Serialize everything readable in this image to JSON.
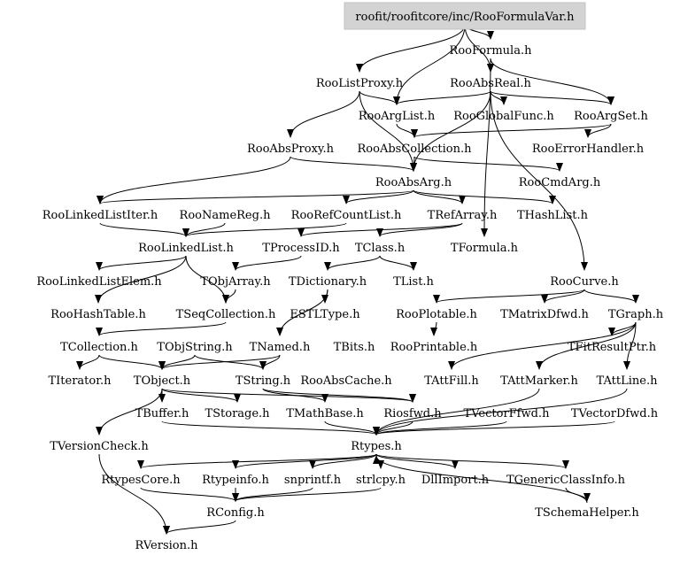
{
  "diagram": {
    "type": "include-dependency-graph",
    "root": "roofit/roofitcore/inc/RooFormulaVar.h",
    "nodes": [
      "roofit/roofitcore/inc/RooFormulaVar.h",
      "RooFormula.h",
      "RooListProxy.h",
      "RooAbsReal.h",
      "RooArgList.h",
      "RooGlobalFunc.h",
      "RooArgSet.h",
      "RooAbsProxy.h",
      "RooAbsCollection.h",
      "RooErrorHandler.h",
      "RooAbsArg.h",
      "RooCmdArg.h",
      "RooLinkedListIter.h",
      "RooNameReg.h",
      "RooRefCountList.h",
      "TRefArray.h",
      "THashList.h",
      "RooLinkedList.h",
      "TProcessID.h",
      "TClass.h",
      "TFormula.h",
      "RooLinkedListElem.h",
      "TObjArray.h",
      "TDictionary.h",
      "TList.h",
      "RooCurve.h",
      "RooHashTable.h",
      "TSeqCollection.h",
      "ESTLType.h",
      "RooPlotable.h",
      "TMatrixDfwd.h",
      "TGraph.h",
      "TCollection.h",
      "TObjString.h",
      "TNamed.h",
      "TBits.h",
      "RooPrintable.h",
      "TFitResultPtr.h",
      "TIterator.h",
      "TObject.h",
      "TString.h",
      "RooAbsCache.h",
      "TAttFill.h",
      "TAttMarker.h",
      "TAttLine.h",
      "TBuffer.h",
      "TStorage.h",
      "TMathBase.h",
      "Riosfwd.h",
      "TVectorFfwd.h",
      "TVectorDfwd.h",
      "TVersionCheck.h",
      "Rtypes.h",
      "RtypesCore.h",
      "Rtypeinfo.h",
      "snprintf.h",
      "strlcpy.h",
      "DllImport.h",
      "TGenericClassInfo.h",
      "RConfig.h",
      "TSchemaHelper.h",
      "RVersion.h"
    ],
    "edges": [
      [
        "roofit/roofitcore/inc/RooFormulaVar.h",
        "RooFormula.h"
      ],
      [
        "roofit/roofitcore/inc/RooFormulaVar.h",
        "RooListProxy.h"
      ],
      [
        "roofit/roofitcore/inc/RooFormulaVar.h",
        "RooAbsReal.h"
      ],
      [
        "roofit/roofitcore/inc/RooFormulaVar.h",
        "RooArgList.h"
      ],
      [
        "RooFormula.h",
        "RooAbsReal.h"
      ],
      [
        "RooFormula.h",
        "RooArgSet.h"
      ],
      [
        "RooFormula.h",
        "TFormula.h"
      ],
      [
        "RooListProxy.h",
        "RooAbsProxy.h"
      ],
      [
        "RooListProxy.h",
        "RooAbsArg.h"
      ],
      [
        "RooListProxy.h",
        "RooArgList.h"
      ],
      [
        "RooAbsReal.h",
        "RooArgList.h"
      ],
      [
        "RooAbsReal.h",
        "RooGlobalFunc.h"
      ],
      [
        "RooAbsReal.h",
        "RooArgSet.h"
      ],
      [
        "RooAbsReal.h",
        "RooCurve.h"
      ],
      [
        "RooAbsReal.h",
        "RooAbsArg.h"
      ],
      [
        "RooArgList.h",
        "RooAbsCollection.h"
      ],
      [
        "RooArgSet.h",
        "RooAbsCollection.h"
      ],
      [
        "RooArgSet.h",
        "RooErrorHandler.h"
      ],
      [
        "RooAbsProxy.h",
        "RooAbsArg.h"
      ],
      [
        "RooAbsProxy.h",
        "RooLinkedListIter.h"
      ],
      [
        "RooAbsCollection.h",
        "RooAbsArg.h"
      ],
      [
        "RooAbsCollection.h",
        "RooCmdArg.h"
      ],
      [
        "RooAbsArg.h",
        "RooRefCountList.h"
      ],
      [
        "RooAbsArg.h",
        "TRefArray.h"
      ],
      [
        "RooAbsArg.h",
        "THashList.h"
      ],
      [
        "RooAbsArg.h",
        "RooLinkedListIter.h"
      ],
      [
        "RooNameReg.h",
        "RooLinkedList.h"
      ],
      [
        "RooRefCountList.h",
        "RooLinkedList.h"
      ],
      [
        "RooLinkedListIter.h",
        "RooLinkedList.h"
      ],
      [
        "RooLinkedList.h",
        "RooLinkedListElem.h"
      ],
      [
        "RooLinkedList.h",
        "RooHashTable.h"
      ],
      [
        "RooLinkedList.h",
        "TSeqCollection.h"
      ],
      [
        "TRefArray.h",
        "TProcessID.h"
      ],
      [
        "TRefArray.h",
        "TClass.h"
      ],
      [
        "TProcessID.h",
        "TObjArray.h"
      ],
      [
        "TClass.h",
        "TDictionary.h"
      ],
      [
        "TClass.h",
        "TList.h"
      ],
      [
        "TObjArray.h",
        "TSeqCollection.h"
      ],
      [
        "TDictionary.h",
        "ESTLType.h"
      ],
      [
        "TDictionary.h",
        "TNamed.h"
      ],
      [
        "TSeqCollection.h",
        "TCollection.h"
      ],
      [
        "TCollection.h",
        "TIterator.h"
      ],
      [
        "TCollection.h",
        "TObject.h"
      ],
      [
        "TObjString.h",
        "TObject.h"
      ],
      [
        "TObjString.h",
        "TString.h"
      ],
      [
        "TNamed.h",
        "TObject.h"
      ],
      [
        "TNamed.h",
        "TString.h"
      ],
      [
        "RooCurve.h",
        "RooPlotable.h"
      ],
      [
        "RooCurve.h",
        "TMatrixDfwd.h"
      ],
      [
        "RooCurve.h",
        "TGraph.h"
      ],
      [
        "RooPlotable.h",
        "RooPrintable.h"
      ],
      [
        "TGraph.h",
        "TFitResultPtr.h"
      ],
      [
        "TGraph.h",
        "TAttFill.h"
      ],
      [
        "TGraph.h",
        "TAttMarker.h"
      ],
      [
        "TGraph.h",
        "TAttLine.h"
      ],
      [
        "TObject.h",
        "TBuffer.h"
      ],
      [
        "TObject.h",
        "TStorage.h"
      ],
      [
        "TObject.h",
        "Riosfwd.h"
      ],
      [
        "TObject.h",
        "TVersionCheck.h"
      ],
      [
        "TString.h",
        "TMathBase.h"
      ],
      [
        "TString.h",
        "Riosfwd.h"
      ],
      [
        "TBuffer.h",
        "Rtypes.h"
      ],
      [
        "TMathBase.h",
        "Rtypes.h"
      ],
      [
        "Riosfwd.h",
        "Rtypes.h"
      ],
      [
        "TVectorFfwd.h",
        "Rtypes.h"
      ],
      [
        "TVectorDfwd.h",
        "Rtypes.h"
      ],
      [
        "TAttLine.h",
        "Rtypes.h"
      ],
      [
        "TAttMarker.h",
        "Rtypes.h"
      ],
      [
        "Rtypes.h",
        "RtypesCore.h"
      ],
      [
        "Rtypes.h",
        "Rtypeinfo.h"
      ],
      [
        "Rtypes.h",
        "snprintf.h"
      ],
      [
        "Rtypes.h",
        "strlcpy.h"
      ],
      [
        "Rtypes.h",
        "DllImport.h"
      ],
      [
        "Rtypes.h",
        "TGenericClassInfo.h"
      ],
      [
        "TGenericClassInfo.h",
        "TSchemaHelper.h"
      ],
      [
        "TSchemaHelper.h",
        "Rtypes.h"
      ],
      [
        "RtypesCore.h",
        "RConfig.h"
      ],
      [
        "Rtypeinfo.h",
        "RConfig.h"
      ],
      [
        "snprintf.h",
        "RConfig.h"
      ],
      [
        "strlcpy.h",
        "RConfig.h"
      ],
      [
        "RConfig.h",
        "RVersion.h"
      ],
      [
        "TVersionCheck.h",
        "RVersion.h"
      ]
    ]
  }
}
